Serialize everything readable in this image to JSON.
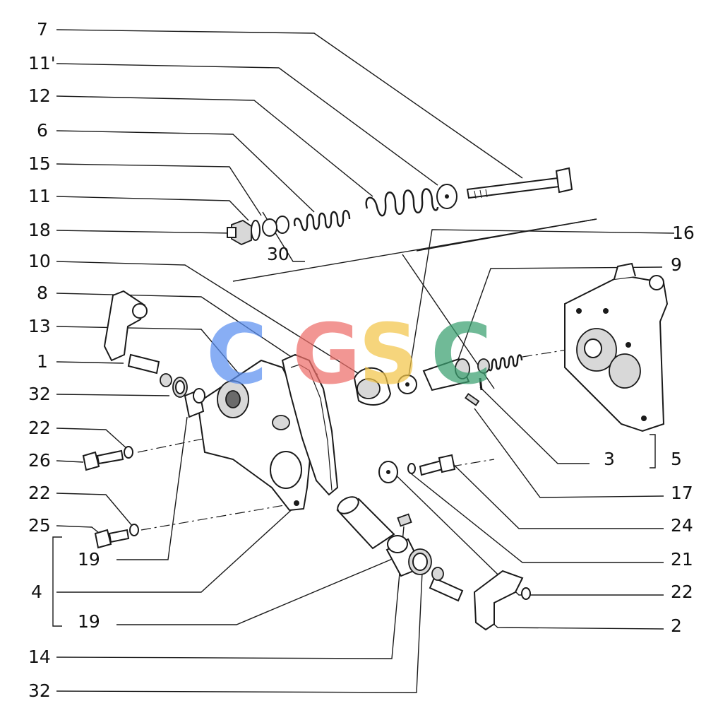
{
  "callouts": {
    "c7": "7",
    "c11a": "11'",
    "c12": "12",
    "c6": "6",
    "c15": "15",
    "c11b": "11",
    "c18": "18",
    "c30": "30",
    "c16": "16",
    "c10": "10",
    "c9": "9",
    "c8": "8",
    "c13": "13",
    "c1": "1",
    "c32a": "32",
    "c22a": "22",
    "c26": "26",
    "c3": "3",
    "c5": "5",
    "c17": "17",
    "c22b": "22",
    "c24": "24",
    "c25": "25",
    "c19a": "19",
    "c21": "21",
    "c22c": "22",
    "c4": "4",
    "c2": "2",
    "c19b": "19",
    "c14": "14",
    "c32b": "32"
  },
  "watermark": {
    "letters": [
      "C",
      "G",
      "S",
      "C"
    ],
    "colors": [
      "#5b8ff0",
      "#ee6f6a",
      "#f3c64a",
      "#3aa070"
    ]
  }
}
